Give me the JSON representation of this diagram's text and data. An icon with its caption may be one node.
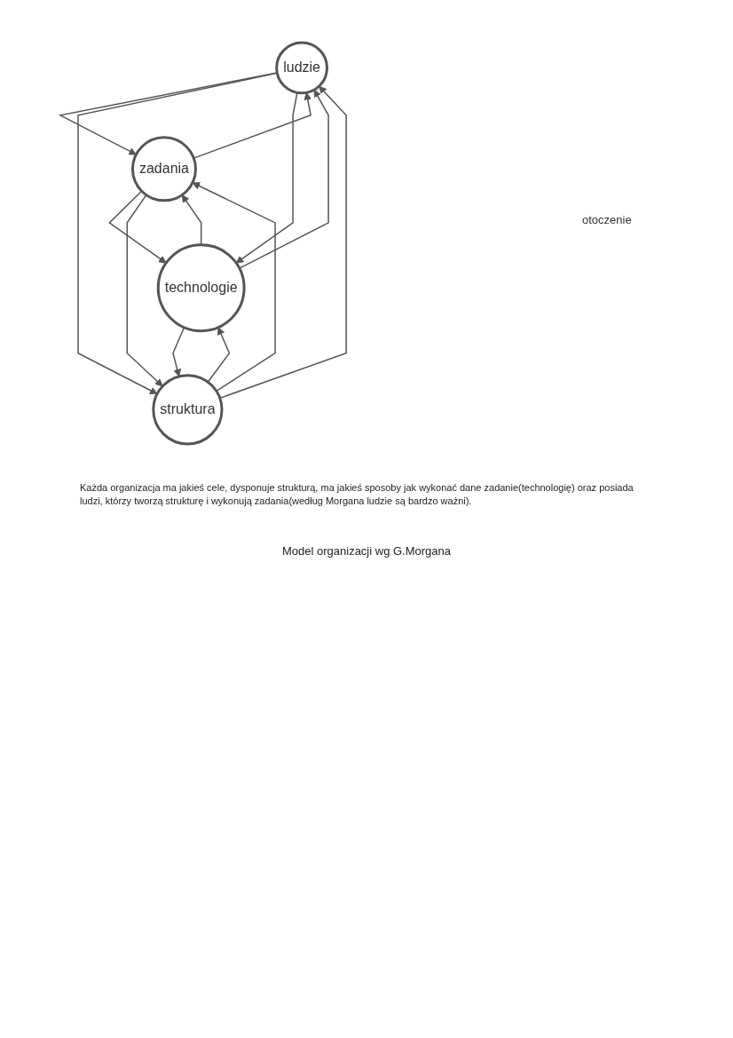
{
  "diagram": {
    "caption": "Model organizacji wg G.Morgana",
    "nodes": [
      {
        "text": [
          "ludzie"
        ]
      },
      {
        "text": [
          "zadania"
        ]
      },
      {
        "text": [
          "struktura"
        ]
      },
      {
        "text": [
          "technologie"
        ]
      }
    ],
    "edges": [
      {
        "from": 0,
        "to": 1,
        "arrow": "to"
      },
      {
        "from": 1,
        "to": 0,
        "arrow": "to"
      },
      {
        "from": 0,
        "to": 2,
        "arrow": "to"
      },
      {
        "from": 2,
        "to": 0,
        "arrow": "to"
      },
      {
        "from": 1,
        "to": 3,
        "arrow": "to"
      },
      {
        "from": 3,
        "to": 1,
        "arrow": "to"
      },
      {
        "from": 2,
        "to": 1,
        "arrow": "to"
      },
      {
        "from": 1,
        "to": 2,
        "arrow": "to"
      },
      {
        "from": 0,
        "to": 3,
        "arrow": "to"
      },
      {
        "from": 3,
        "to": 0,
        "arrow": "to"
      },
      {
        "from": 2,
        "to": 3,
        "arrow": "to"
      },
      {
        "from": 3,
        "to": 2,
        "arrow": "to"
      }
    ],
    "labels": [
      "otoczenie",
      "Każda organizacja ma jakieś cele, dysponuje strukturą, ma jakieś sposoby jak wykonać dane zadanie(technologię) oraz posiada ludzi, którzy tworzą strukturę i wykonują zadania(według Morgana ludzie są bardzo ważni)."
    ]
  }
}
